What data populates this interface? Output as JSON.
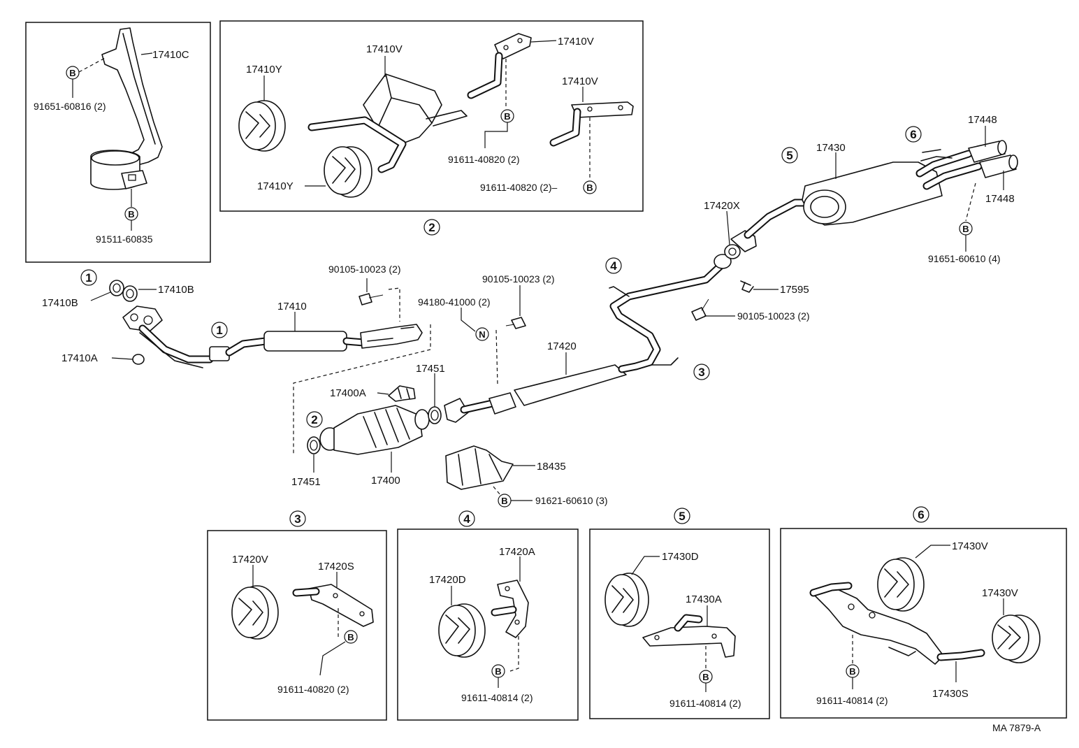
{
  "figure_code": "MA 7879-A",
  "section_numbers": {
    "s1": "1",
    "s2": "2",
    "s3": "3",
    "s4": "4",
    "s5": "5",
    "s6": "6"
  },
  "bolt_marker": "B",
  "nut_marker": "N",
  "labels": {
    "p17410C": "17410C",
    "p91651_60816": "91651-60816 (2)",
    "p91511_60835": "91511-60835",
    "p17410Y_top": "17410Y",
    "p17410Y_bot": "17410Y",
    "p17410V_a": "17410V",
    "p17410V_b": "17410V",
    "p17410V_c": "17410V",
    "p91611_40820_a": "91611-40820 (2)",
    "p91611_40820_b": "91611-40820 (2)–",
    "p17410B_l": "17410B",
    "p17410B_r": "17410B",
    "p17410": "17410",
    "p17410A": "17410A",
    "p90105_a": "90105-10023 (2)",
    "p90105_b": "90105-10023 (2)",
    "p94180": "94180-41000 (2)",
    "p17400A": "17400A",
    "p17451_top": "17451",
    "p17451_bot": "17451",
    "p17400": "17400",
    "p17420": "17420",
    "p18435": "18435",
    "p91621": "91621-60610 (3)",
    "p17420X": "17420X",
    "p17595": "17595",
    "p90105_c": "90105-10023 (2)",
    "p17430": "17430",
    "p17448_top": "17448",
    "p17448_bot": "17448",
    "p91651_60610": "91651-60610 (4)",
    "p17420V": "17420V",
    "p17420S": "17420S",
    "p91611_40820_c": "91611-40820 (2)",
    "p17420A": "17420A",
    "p17420D": "17420D",
    "p91611_40814_a": "91611-40814 (2)",
    "p17430D": "17430D",
    "p17430A": "17430A",
    "p91611_40814_b": "91611-40814 (2)",
    "p17430V_top": "17430V",
    "p17430V_r": "17430V",
    "p17430S": "17430S",
    "p91611_40814_c": "91611-40814 (2)"
  }
}
